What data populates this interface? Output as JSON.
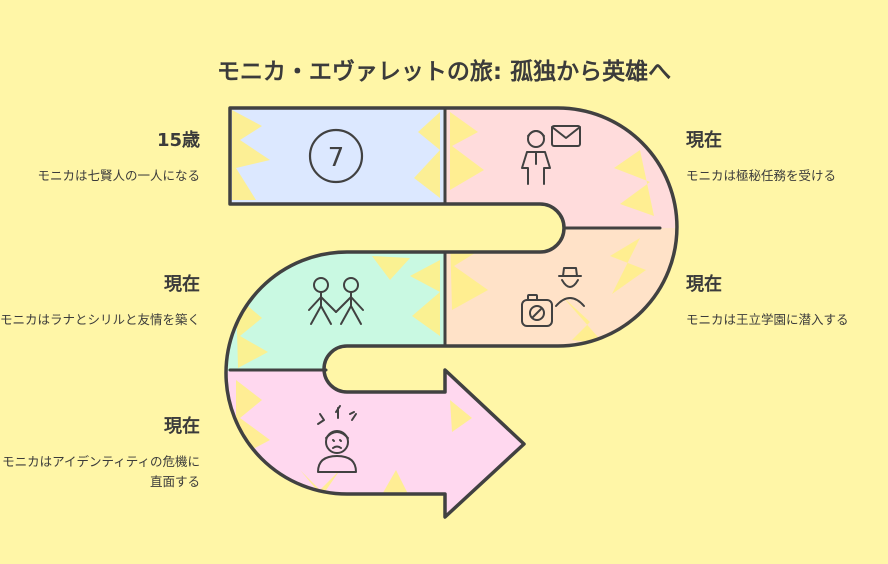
{
  "title": "モニカ・エヴァレットの旅: 孤独から英雄へ",
  "steps": [
    {
      "heading": "15歳",
      "desc": "モニカは七賢人の一人になる"
    },
    {
      "heading": "現在",
      "desc": "モニカは極秘任務を受ける"
    },
    {
      "heading": "現在",
      "desc": "モニカは王立学園に潜入する"
    },
    {
      "heading": "現在",
      "desc": "モニカはラナとシリルと友情を築く"
    },
    {
      "heading": "現在",
      "desc": "モニカはアイデンティティの危機に直面する"
    }
  ],
  "badge_number": "7",
  "colors": {
    "background": "#FFF6A7",
    "outline": "#414141",
    "segment1": "#DCE8FF",
    "segment2": "#FFDCDC",
    "segment3": "#FFE2C8",
    "segment4": "#C9F9E2",
    "segment5": "#FFD8EF",
    "burst": "#FFF08A"
  },
  "icons": [
    "number-seven-badge-icon",
    "person-with-envelope-icon",
    "spy-with-camera-icon",
    "two-friends-icon",
    "stressed-person-icon"
  ]
}
